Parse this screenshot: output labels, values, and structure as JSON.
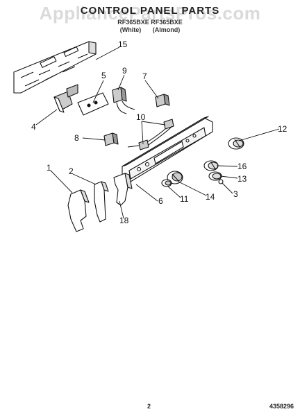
{
  "header": {
    "watermark": "AppliancePartsPros.com",
    "title": "CONTROL PANEL PARTS",
    "models": "RF365BXE  RF365BXE",
    "color_white": "(White)",
    "color_almond": "(Almond)"
  },
  "callouts": [
    "1",
    "2",
    "3",
    "4",
    "5",
    "6",
    "7",
    "8",
    "9",
    "10",
    "11",
    "12",
    "13",
    "14",
    "15",
    "16",
    "18"
  ],
  "footer": {
    "page_number": "2",
    "document_number": "4358296"
  }
}
